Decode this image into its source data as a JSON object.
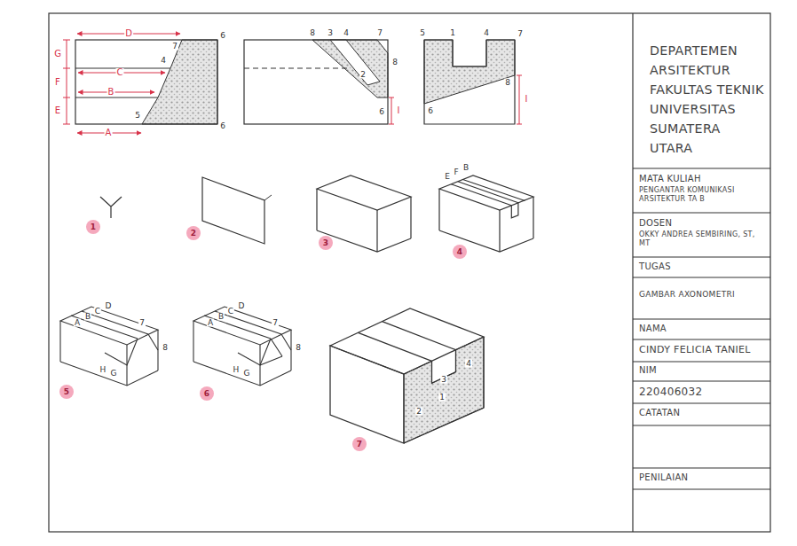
{
  "diagram": {
    "nodes": [
      {
        "text": [
          "DEPARTEMEN ARSITEKTUR FAKULTAS TEKNIK UNIVERSITAS SUMATERA UTARA"
        ]
      },
      {
        "text": [
          "MATA KULIAH",
          "PENGANTAR KOMUNIKASI ARSITEKTUR TA B"
        ]
      },
      {
        "text": [
          "DOSEN",
          "OKKY ANDREA SEMBIRING, ST, MT"
        ]
      },
      {
        "text": [
          "TUGAS"
        ]
      },
      {
        "text": [
          "GAMBAR AXONOMETRI"
        ]
      },
      {
        "text": [
          "NAMA"
        ]
      },
      {
        "text": [
          "CINDY FELICIA TANIEL"
        ]
      },
      {
        "text": [
          "NIM"
        ]
      },
      {
        "text": [
          "220406032"
        ]
      },
      {
        "text": [
          "CATATAN"
        ]
      },
      {
        "text": [
          "PENILAIAN"
        ]
      }
    ],
    "labels": [
      "D",
      "7",
      "6",
      "G",
      "4",
      "C",
      "F",
      "B",
      "E",
      "5",
      "6",
      "A",
      "8",
      "3",
      "4",
      "7",
      "2",
      "8",
      "6",
      "I",
      "5",
      "1",
      "4",
      "7",
      "8",
      "6",
      "I",
      "1",
      "2",
      "3",
      "4",
      "5",
      "6",
      "7",
      "E",
      "F",
      "B",
      "D",
      "C",
      "B",
      "A",
      "7",
      "8",
      "H",
      "G",
      "D",
      "C",
      "B",
      "A",
      "7",
      "8",
      "H",
      "G",
      "1",
      "2",
      "3",
      "4"
    ]
  }
}
